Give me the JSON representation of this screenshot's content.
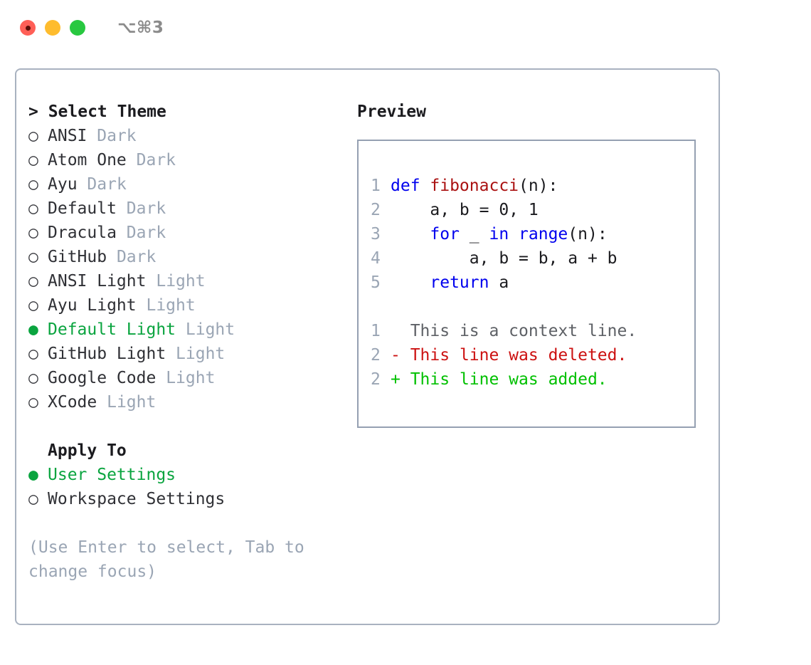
{
  "window": {
    "title": "⌥⌘3",
    "traffic_lights": [
      {
        "name": "close",
        "color": "#ff5f57"
      },
      {
        "name": "minimize",
        "color": "#febc2e"
      },
      {
        "name": "maximize",
        "color": "#28c840"
      }
    ]
  },
  "theme_picker": {
    "header": "> Select Theme",
    "items": [
      {
        "bullet": "○",
        "label": "ANSI",
        "kind": "Dark",
        "selected": false
      },
      {
        "bullet": "○",
        "label": "Atom One",
        "kind": "Dark",
        "selected": false
      },
      {
        "bullet": "○",
        "label": "Ayu",
        "kind": "Dark",
        "selected": false
      },
      {
        "bullet": "○",
        "label": "Default",
        "kind": "Dark",
        "selected": false
      },
      {
        "bullet": "○",
        "label": "Dracula",
        "kind": "Dark",
        "selected": false
      },
      {
        "bullet": "○",
        "label": "GitHub",
        "kind": "Dark",
        "selected": false
      },
      {
        "bullet": "○",
        "label": "ANSI Light",
        "kind": "Light",
        "selected": false
      },
      {
        "bullet": "○",
        "label": "Ayu Light",
        "kind": "Light",
        "selected": false
      },
      {
        "bullet": "●",
        "label": "Default Light",
        "kind": "Light",
        "selected": true
      },
      {
        "bullet": "○",
        "label": "GitHub Light",
        "kind": "Light",
        "selected": false
      },
      {
        "bullet": "○",
        "label": "Google Code",
        "kind": "Light",
        "selected": false
      },
      {
        "bullet": "○",
        "label": "XCode",
        "kind": "Light",
        "selected": false
      }
    ]
  },
  "apply_to": {
    "header": "Apply To",
    "items": [
      {
        "bullet": "●",
        "label": "User Settings",
        "selected": true
      },
      {
        "bullet": "○",
        "label": "Workspace Settings",
        "selected": false
      }
    ]
  },
  "hint": "(Use Enter to select, Tab to change focus)",
  "preview": {
    "header": "Preview",
    "code_lines": [
      {
        "num": "1",
        "tokens": [
          {
            "t": "def ",
            "c": "kw"
          },
          {
            "t": "fibonacci",
            "c": "fn"
          },
          {
            "t": "(n):",
            "c": "plain"
          }
        ]
      },
      {
        "num": "2",
        "tokens": [
          {
            "t": "    a, b = 0, 1",
            "c": "plain"
          }
        ]
      },
      {
        "num": "3",
        "tokens": [
          {
            "t": "    ",
            "c": "plain"
          },
          {
            "t": "for",
            "c": "kw"
          },
          {
            "t": " _ ",
            "c": "plain"
          },
          {
            "t": "in",
            "c": "kw"
          },
          {
            "t": " ",
            "c": "plain"
          },
          {
            "t": "range",
            "c": "kw"
          },
          {
            "t": "(n):",
            "c": "plain"
          }
        ]
      },
      {
        "num": "4",
        "tokens": [
          {
            "t": "        a, b = b, a + b",
            "c": "plain"
          }
        ]
      },
      {
        "num": "5",
        "tokens": [
          {
            "t": "    ",
            "c": "plain"
          },
          {
            "t": "return",
            "c": "kw"
          },
          {
            "t": " a",
            "c": "plain"
          }
        ]
      }
    ],
    "diff_lines": [
      {
        "num": "1",
        "marker": "  ",
        "text": "This is a context line.",
        "kind": "ctx"
      },
      {
        "num": "2",
        "marker": "- ",
        "text": "This line was deleted.",
        "kind": "del"
      },
      {
        "num": "2",
        "marker": "+ ",
        "text": "This line was added.",
        "kind": "add"
      }
    ]
  },
  "colors": {
    "accent_green": "#0aa43f",
    "muted": "#9aa5b4",
    "keyword_blue": "#0000ee",
    "function_red": "#aa1111",
    "diff_delete": "#cc1111",
    "diff_add": "#00c000",
    "border": "#a9b2c0"
  }
}
